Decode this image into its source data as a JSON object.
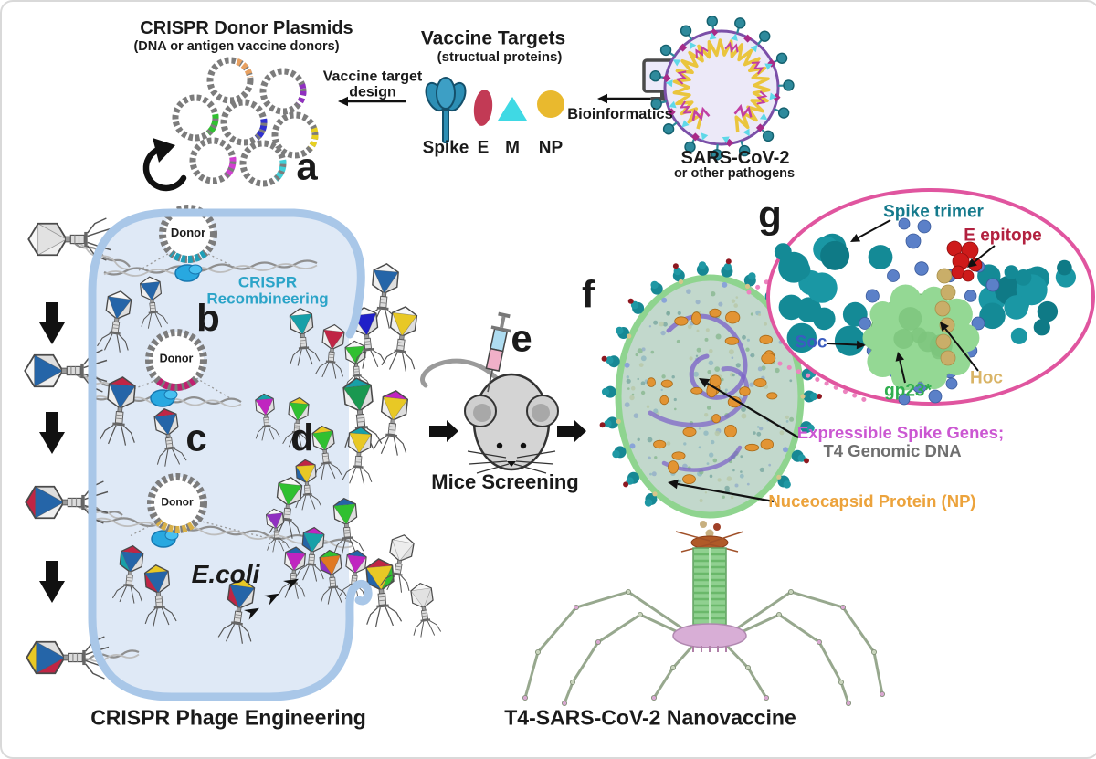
{
  "colors": {
    "cell_fill": "#dfe9f6",
    "cell_wall": "#a9c7e8",
    "crispr_recombineering_teal": "#2ba4c8",
    "expressible_orchid": "#cb57d2",
    "t4_genomic_gray": "#6f6f6f",
    "np_orange": "#eca33c",
    "spike_trimer_teal": "#157a8c",
    "e_epitope_crimson": "#b2213f",
    "soc_blue": "#3a5cc0",
    "gp23_green": "#2fae4e",
    "hoc_khaki": "#d9b466",
    "inset_ring_pink": "#e0559f",
    "virus_membrane_purple": "#7b4fa8",
    "virus_spike_teal": "#2e8a9c"
  },
  "panel_letters": {
    "a": "a",
    "b": "b",
    "c": "c",
    "d": "d",
    "e": "e",
    "f": "f",
    "g": "g"
  },
  "top": {
    "donor_plasmids": {
      "title": "CRISPR Donor Plasmids",
      "subtitle": "(DNA or antigen vaccine donors)"
    },
    "vaccine_target_design": {
      "line1": "Vaccine target",
      "line2": "design"
    },
    "vaccine_targets": {
      "title": "Vaccine Targets",
      "subtitle": "(structual proteins)",
      "targets": [
        {
          "label": "Spike"
        },
        {
          "label": "E"
        },
        {
          "label": "M"
        },
        {
          "label": "NP"
        }
      ]
    },
    "bioinformatics_label": "Bioinformatics",
    "sars": {
      "title": "SARS-CoV-2",
      "subtitle": "or other pathogens"
    }
  },
  "cell": {
    "donor_label": "Donor",
    "crispr_recombineering": {
      "line1": "CRISPR",
      "line2": "Recombineering"
    },
    "ecoli_label": "E.coli",
    "caption": "CRISPR Phage Engineering"
  },
  "middle": {
    "mice_label": "Mice Screening"
  },
  "nanovaccine": {
    "caption": "T4-SARS-CoV-2 Nanovaccine",
    "labels": {
      "expressible": "Expressible Spike Genes;",
      "t4_genomic": "T4 Genomic DNA",
      "np": "Nuceocapsid Protein (NP)"
    }
  },
  "inset": {
    "spike_trimer": "Spike trimer",
    "e_epitope": "E epitope",
    "soc": "Soc",
    "gp23": "gp23*",
    "hoc": "Hoc"
  }
}
